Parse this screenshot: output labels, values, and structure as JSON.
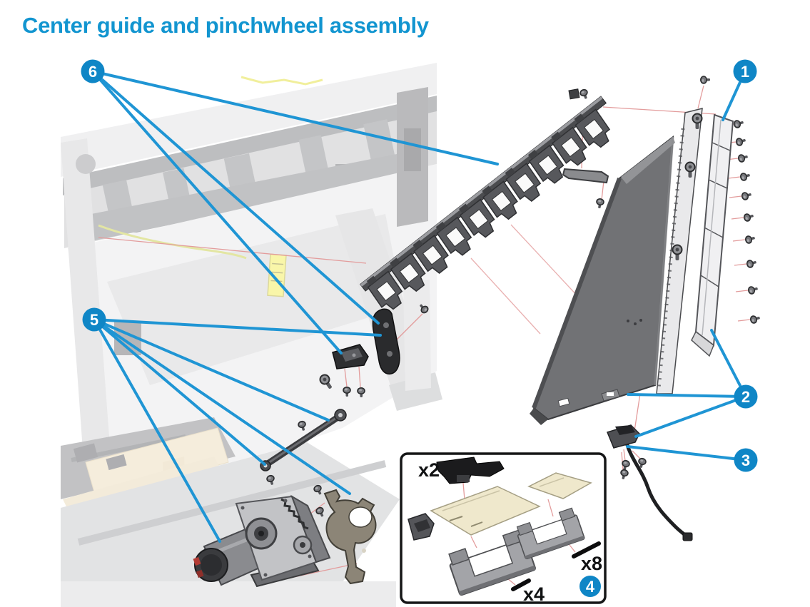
{
  "title": "Center guide and pinchwheel assembly",
  "callouts": [
    {
      "id": 1,
      "label": "1"
    },
    {
      "id": 2,
      "label": "2"
    },
    {
      "id": 3,
      "label": "3"
    },
    {
      "id": 4,
      "label": "4"
    },
    {
      "id": 5,
      "label": "5"
    },
    {
      "id": 6,
      "label": "6"
    }
  ],
  "inset": {
    "qty_top_left": "x2",
    "qty_bottom": "x4",
    "qty_right": "x8"
  },
  "colors": {
    "title_blue": "#1295d0",
    "badge_blue": "#0f86c6",
    "leader_blue": "#1f95d4",
    "explode_line_red": "#e39c9c",
    "warning_label_yellow": "#f4ee56",
    "packaging_cream": "#ecdcbb",
    "inset_plate_cream": "#efe8cc"
  }
}
